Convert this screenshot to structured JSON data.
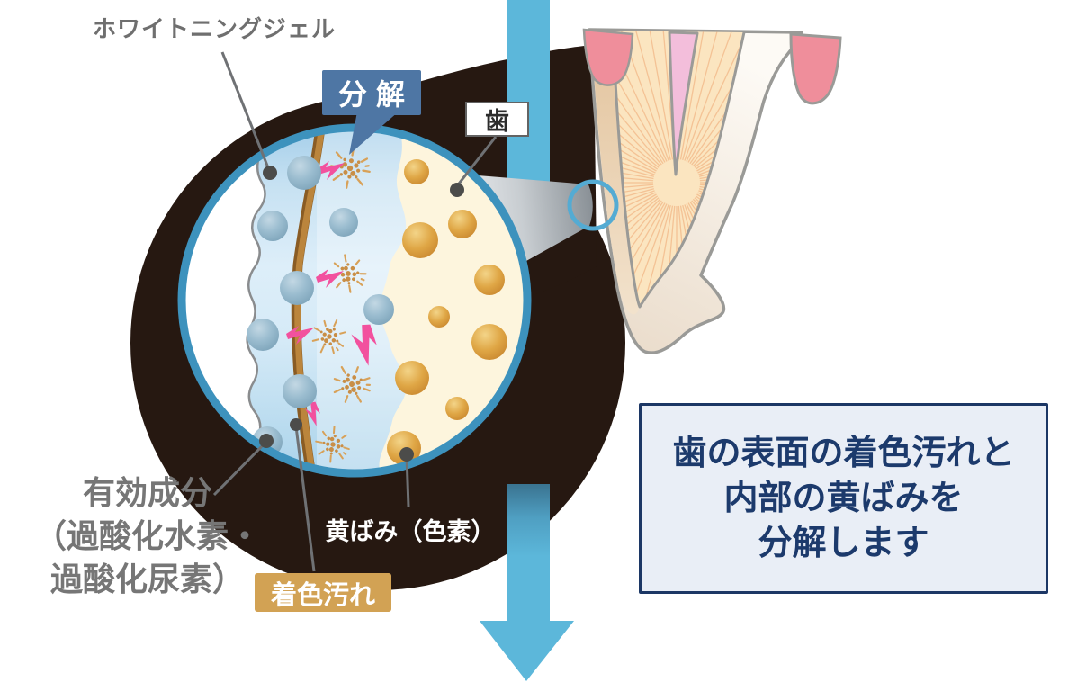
{
  "labels": {
    "gel": "ホワイトニングジェル",
    "decompose": "分解",
    "tooth": "歯",
    "active_line1": "有効成分",
    "active_line2": "（過酸化水素・",
    "active_line3": "過酸化尿素）",
    "yellowing": "黄ばみ（色素）",
    "stain": "着色汚れ"
  },
  "caption": {
    "line1": "歯の表面の着色汚れと",
    "line2": "内部の黄ばみを",
    "line3": "分解します"
  },
  "colors": {
    "arrow_blue": "#5cb7da",
    "ring_blue": "#3d92bd",
    "dark_bg": "#261811",
    "callout_blue": "#4e76a4",
    "yellowing_box": "#c0803e",
    "stain_box": "#d2a254",
    "caption_text": "#1c3a6c",
    "caption_bg": "#e9eef6",
    "caption_border": "#1c3765",
    "label_gray": "#6f6f6f",
    "gel_sphere": "#8fb2c5",
    "pigment_sphere": "#d89a3c",
    "stain_line": "#b5823a",
    "lightning_pink": "#f2519e",
    "tooth_dentin": "#fbe5c0",
    "tooth_pulp": "#f3bedb",
    "gum_pink": "#ef8e9b"
  }
}
